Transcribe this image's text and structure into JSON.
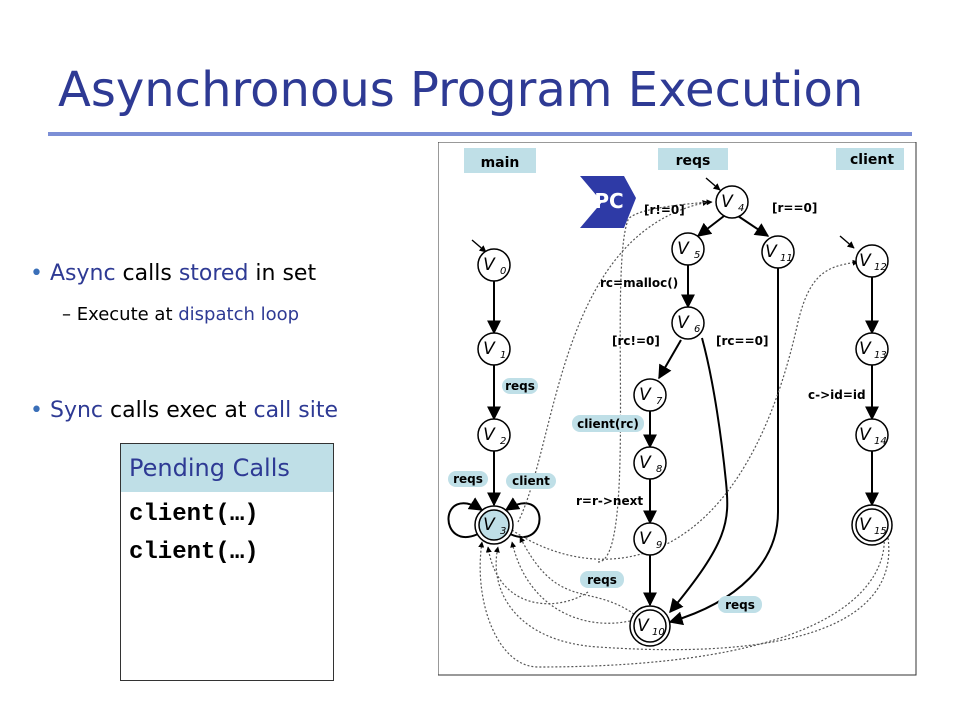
{
  "title": "Asynchronous Program Execution",
  "bullets": [
    {
      "parts": [
        {
          "text": "Async",
          "c": "#2e3a94"
        },
        {
          "text": " calls ",
          "c": "#000000"
        },
        {
          "text": "stored",
          "c": "#2e3a94"
        },
        {
          "text": " in set",
          "c": "#000000"
        }
      ],
      "sub": [
        {
          "text": "–  Execute at ",
          "c": "#000000"
        },
        {
          "text": "dispatch loop",
          "c": "#2e3a94"
        }
      ]
    },
    {
      "parts": [
        {
          "text": "Sync",
          "c": "#2e3a94"
        },
        {
          "text": " calls exec at ",
          "c": "#000000"
        },
        {
          "text": "call site",
          "c": "#2e3a94"
        }
      ]
    }
  ],
  "pending": {
    "header": "Pending Calls",
    "items": [
      "client(…)",
      "client(…)"
    ]
  },
  "colors": {
    "title": "#2e3a94",
    "accent_fill": "#bfdfe7",
    "pc_fill": "#2e3aa6",
    "rule": "#7c8fd6"
  },
  "diagram": {
    "columns": [
      "main",
      "reqs",
      "client"
    ],
    "pc_label": "PC",
    "nodes": [
      {
        "id": "v0",
        "base": "V",
        "sub": "0",
        "entry": true
      },
      {
        "id": "v1",
        "base": "V",
        "sub": "1"
      },
      {
        "id": "v2",
        "base": "V",
        "sub": "2"
      },
      {
        "id": "v3",
        "base": "V",
        "sub": "3",
        "accept": true,
        "highlight": true
      },
      {
        "id": "v4",
        "base": "V",
        "sub": "4",
        "entry": true
      },
      {
        "id": "v5",
        "base": "V",
        "sub": "5"
      },
      {
        "id": "v6",
        "base": "V",
        "sub": "6"
      },
      {
        "id": "v7",
        "base": "V",
        "sub": "7"
      },
      {
        "id": "v8",
        "base": "V",
        "sub": "8"
      },
      {
        "id": "v9",
        "base": "V",
        "sub": "9"
      },
      {
        "id": "v10",
        "base": "V",
        "sub": "10",
        "accept": true
      },
      {
        "id": "v11",
        "base": "V",
        "sub": "11"
      },
      {
        "id": "v12",
        "base": "V",
        "sub": "12",
        "entry": true
      },
      {
        "id": "v13",
        "base": "V",
        "sub": "13"
      },
      {
        "id": "v14",
        "base": "V",
        "sub": "14"
      },
      {
        "id": "v15",
        "base": "V",
        "sub": "15",
        "accept": true
      }
    ],
    "edges": [
      {
        "from": "v0",
        "to": "v1"
      },
      {
        "from": "v1",
        "to": "v2",
        "label": "reqs",
        "label_style": "box"
      },
      {
        "from": "v2",
        "to": "v3"
      },
      {
        "from": "v3",
        "to": "v3",
        "label": "reqs",
        "label_style": "box",
        "loop": "left"
      },
      {
        "from": "v3",
        "to": "v3",
        "label": "client",
        "label_style": "box",
        "loop": "right"
      },
      {
        "from": "v4",
        "to": "v5",
        "label": "[r!=0]"
      },
      {
        "from": "v4",
        "to": "v11",
        "label": "[r==0]"
      },
      {
        "from": "v5",
        "to": "v6",
        "label": "rc=malloc()"
      },
      {
        "from": "v6",
        "to": "v7",
        "label": "[rc!=0]"
      },
      {
        "from": "v6",
        "to": "v10",
        "label": "[rc==0]"
      },
      {
        "from": "v7",
        "to": "v8",
        "label": "client(rc)",
        "label_style": "box"
      },
      {
        "from": "v8",
        "to": "v9",
        "label": "r=r->next"
      },
      {
        "from": "v9",
        "to": "v10",
        "label": "reqs",
        "label_style": "box"
      },
      {
        "from": "v11",
        "to": "v10",
        "label": "reqs",
        "label_style": "box"
      },
      {
        "from": "v12",
        "to": "v13"
      },
      {
        "from": "v13",
        "to": "v14",
        "label": "c->id=id"
      },
      {
        "from": "v14",
        "to": "v15"
      },
      {
        "from": "v3",
        "to": "v4",
        "dotted": true
      },
      {
        "from": "v3",
        "to": "v12",
        "dotted": true
      },
      {
        "from": "v10",
        "to": "v3",
        "dotted": true
      },
      {
        "from": "v15",
        "to": "v3",
        "dotted": true
      }
    ]
  }
}
